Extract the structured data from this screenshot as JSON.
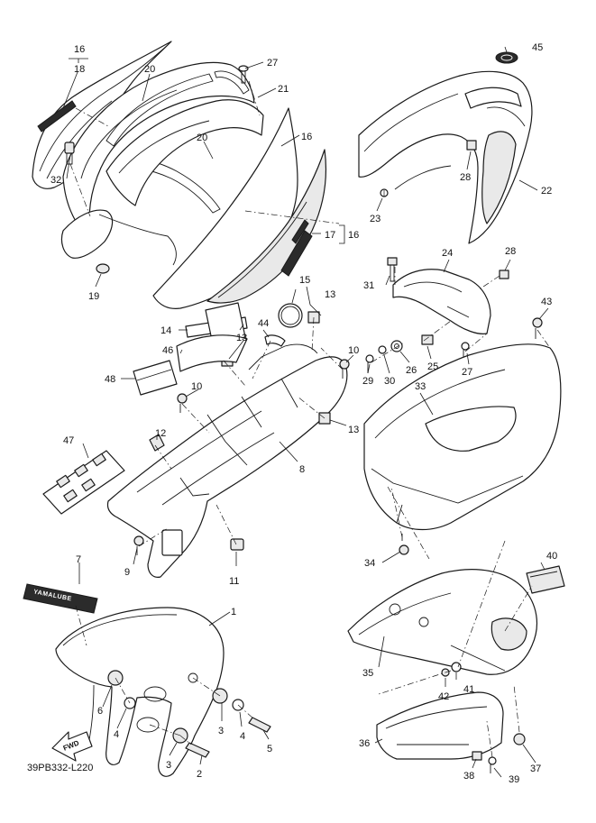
{
  "diagram_code": "39PB332-L220",
  "fwd_label": "FWD",
  "emblem_text": "YAMALUBE",
  "callouts": [
    {
      "id": "c1",
      "text": "1"
    },
    {
      "id": "c2",
      "text": "2"
    },
    {
      "id": "c3a",
      "text": "3"
    },
    {
      "id": "c3b",
      "text": "3"
    },
    {
      "id": "c4a",
      "text": "4"
    },
    {
      "id": "c4b",
      "text": "4"
    },
    {
      "id": "c5",
      "text": "5"
    },
    {
      "id": "c6",
      "text": "6"
    },
    {
      "id": "c7",
      "text": "7"
    },
    {
      "id": "c8",
      "text": "8"
    },
    {
      "id": "c9",
      "text": "9"
    },
    {
      "id": "c10a",
      "text": "10"
    },
    {
      "id": "c10b",
      "text": "10"
    },
    {
      "id": "c11",
      "text": "11"
    },
    {
      "id": "c12",
      "text": "12"
    },
    {
      "id": "c13a",
      "text": "13"
    },
    {
      "id": "c13b",
      "text": "13"
    },
    {
      "id": "c13c",
      "text": "13"
    },
    {
      "id": "c14",
      "text": "14"
    },
    {
      "id": "c15",
      "text": "15"
    },
    {
      "id": "c16a",
      "text": "16"
    },
    {
      "id": "c16b",
      "text": "16"
    },
    {
      "id": "c16c",
      "text": "16"
    },
    {
      "id": "c17",
      "text": "17"
    },
    {
      "id": "c18",
      "text": "18"
    },
    {
      "id": "c19",
      "text": "19"
    },
    {
      "id": "c20a",
      "text": "20"
    },
    {
      "id": "c20b",
      "text": "20"
    },
    {
      "id": "c21",
      "text": "21"
    },
    {
      "id": "c22",
      "text": "22"
    },
    {
      "id": "c23",
      "text": "23"
    },
    {
      "id": "c24",
      "text": "24"
    },
    {
      "id": "c25",
      "text": "25"
    },
    {
      "id": "c26",
      "text": "26"
    },
    {
      "id": "c27a",
      "text": "27"
    },
    {
      "id": "c27b",
      "text": "27"
    },
    {
      "id": "c28a",
      "text": "28"
    },
    {
      "id": "c28b",
      "text": "28"
    },
    {
      "id": "c29",
      "text": "29"
    },
    {
      "id": "c30",
      "text": "30"
    },
    {
      "id": "c31",
      "text": "31"
    },
    {
      "id": "c32",
      "text": "32"
    },
    {
      "id": "c33",
      "text": "33"
    },
    {
      "id": "c34",
      "text": "34"
    },
    {
      "id": "c35",
      "text": "35"
    },
    {
      "id": "c36",
      "text": "36"
    },
    {
      "id": "c37",
      "text": "37"
    },
    {
      "id": "c38",
      "text": "38"
    },
    {
      "id": "c39",
      "text": "39"
    },
    {
      "id": "c40",
      "text": "40"
    },
    {
      "id": "c41",
      "text": "41"
    },
    {
      "id": "c42",
      "text": "42"
    },
    {
      "id": "c43",
      "text": "43"
    },
    {
      "id": "c44",
      "text": "44"
    },
    {
      "id": "c45",
      "text": "45"
    },
    {
      "id": "c46",
      "text": "46"
    },
    {
      "id": "c47",
      "text": "47"
    },
    {
      "id": "c48",
      "text": "48"
    }
  ]
}
